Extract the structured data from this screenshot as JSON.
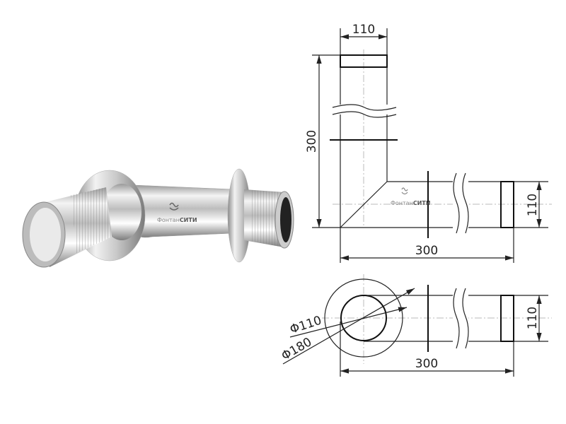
{
  "watermark": {
    "brand_light": "Фонтан",
    "brand_bold": "СИТИ"
  },
  "side_view": {
    "dim_top_width": "110",
    "dim_height": "300",
    "dim_pipe_diameter": "110",
    "dim_length": "300"
  },
  "plan_view": {
    "dim_inner_diameter": "Φ110",
    "dim_outer_diameter": "Φ180",
    "dim_pipe_diameter": "110",
    "dim_length": "300"
  }
}
